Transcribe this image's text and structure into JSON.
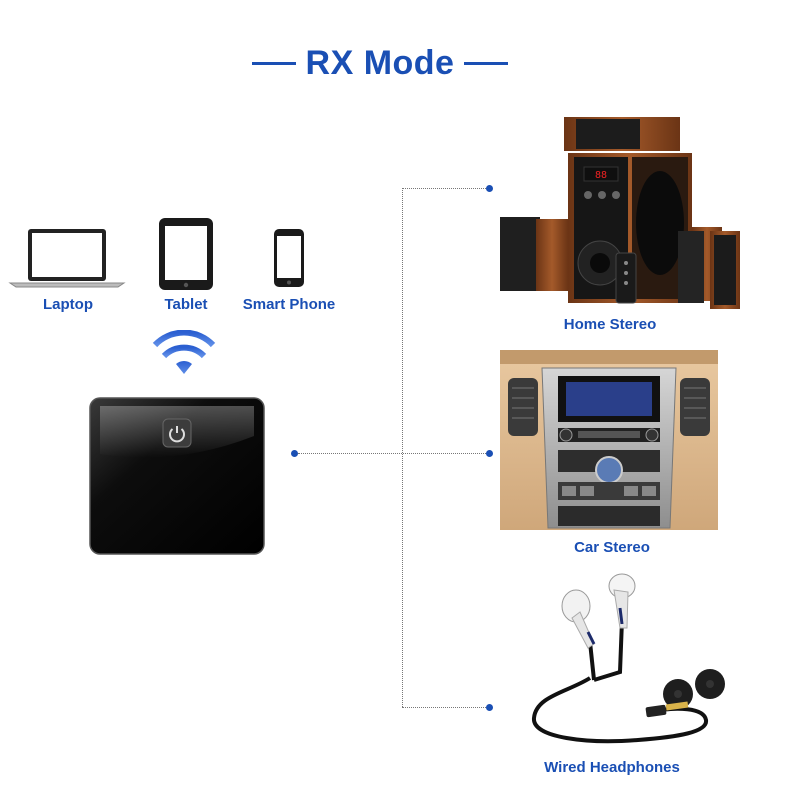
{
  "title": "RX Mode",
  "colors": {
    "accent": "#1a4fb4",
    "device": "#0c0c0c",
    "wood": "#8a4a22"
  },
  "sources": [
    {
      "label": "Laptop",
      "icon": "laptop-icon"
    },
    {
      "label": "Tablet",
      "icon": "tablet-icon"
    },
    {
      "label": "Smart Phone",
      "icon": "smartphone-icon"
    }
  ],
  "receiver": {
    "icon": "power-icon",
    "signal_icon": "wireless-signal-icon"
  },
  "outputs": [
    {
      "label": "Home Stereo",
      "icon": "home-stereo-image"
    },
    {
      "label": "Car Stereo",
      "icon": "car-stereo-image"
    },
    {
      "label": "Wired Headphones",
      "icon": "wired-headphones-image"
    }
  ]
}
